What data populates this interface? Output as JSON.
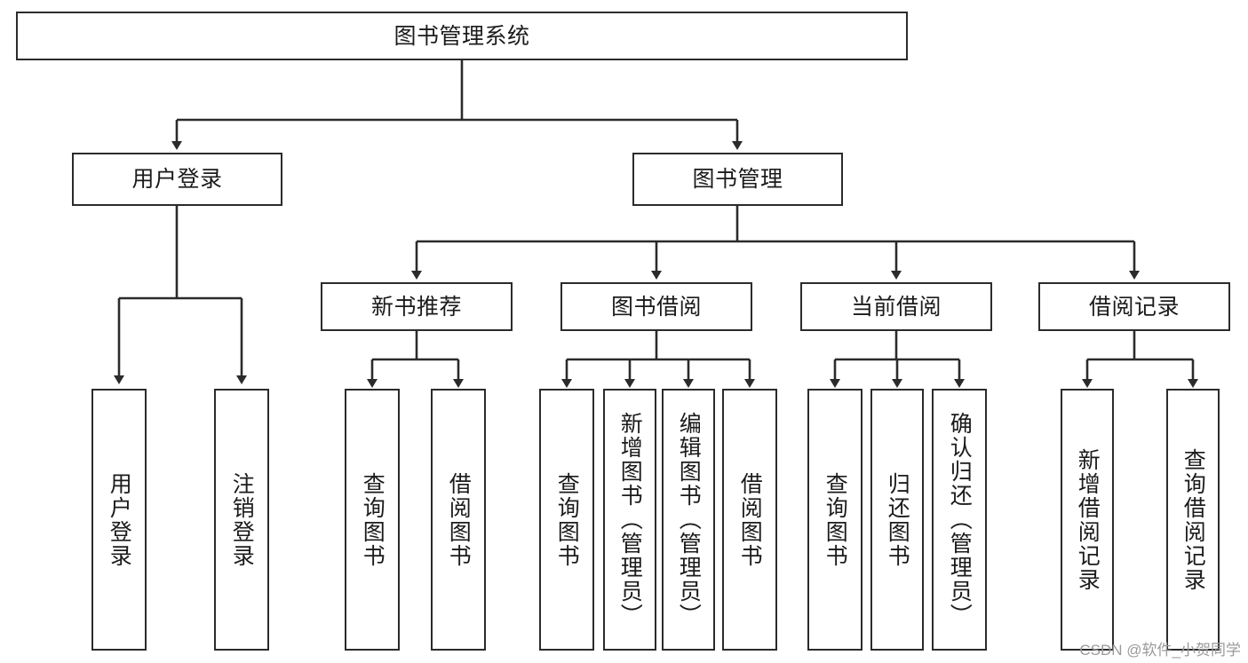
{
  "diagram": {
    "title": "图书管理系统",
    "watermark": "CSDN @软件_小贺同学",
    "colors": {
      "stroke": "#2b2b2b",
      "fill": "#ffffff",
      "text": "#1b1b1b",
      "watermark": "#9a9a9a"
    },
    "nodes": {
      "root": {
        "label": "图书管理系统"
      },
      "level2": [
        {
          "id": "user-login",
          "label": "用户登录"
        },
        {
          "id": "book-manage",
          "label": "图书管理"
        }
      ],
      "level3": [
        {
          "id": "new-book-recommend",
          "label": "新书推荐"
        },
        {
          "id": "book-borrow",
          "label": "图书借阅"
        },
        {
          "id": "current-borrow",
          "label": "当前借阅"
        },
        {
          "id": "borrow-record",
          "label": "借阅记录"
        }
      ],
      "leaves": [
        {
          "id": "leaf-user-login",
          "label": "用户登录",
          "parent": "user-login"
        },
        {
          "id": "leaf-logout-login",
          "label": "注销登录",
          "parent": "user-login"
        },
        {
          "id": "leaf-query-book-1",
          "label": "查询图书",
          "parent": "new-book-recommend"
        },
        {
          "id": "leaf-borrow-book-1",
          "label": "借阅图书",
          "parent": "new-book-recommend"
        },
        {
          "id": "leaf-query-book-2",
          "label": "查询图书",
          "parent": "book-borrow"
        },
        {
          "id": "leaf-add-book-admin",
          "label": "新增图书（管理员）",
          "parent": "book-borrow"
        },
        {
          "id": "leaf-edit-book-admin",
          "label": "编辑图书（管理员）",
          "parent": "book-borrow"
        },
        {
          "id": "leaf-borrow-book-2",
          "label": "借阅图书",
          "parent": "book-borrow"
        },
        {
          "id": "leaf-query-book-3",
          "label": "查询图书",
          "parent": "current-borrow"
        },
        {
          "id": "leaf-return-book",
          "label": "归还图书",
          "parent": "current-borrow"
        },
        {
          "id": "leaf-confirm-return-admin",
          "label": "确认归还（管理员）",
          "parent": "current-borrow"
        },
        {
          "id": "leaf-add-borrow-record",
          "label": "新增借阅记录",
          "parent": "borrow-record"
        },
        {
          "id": "leaf-query-borrow-record",
          "label": "查询借阅记录",
          "parent": "borrow-record"
        }
      ]
    }
  }
}
